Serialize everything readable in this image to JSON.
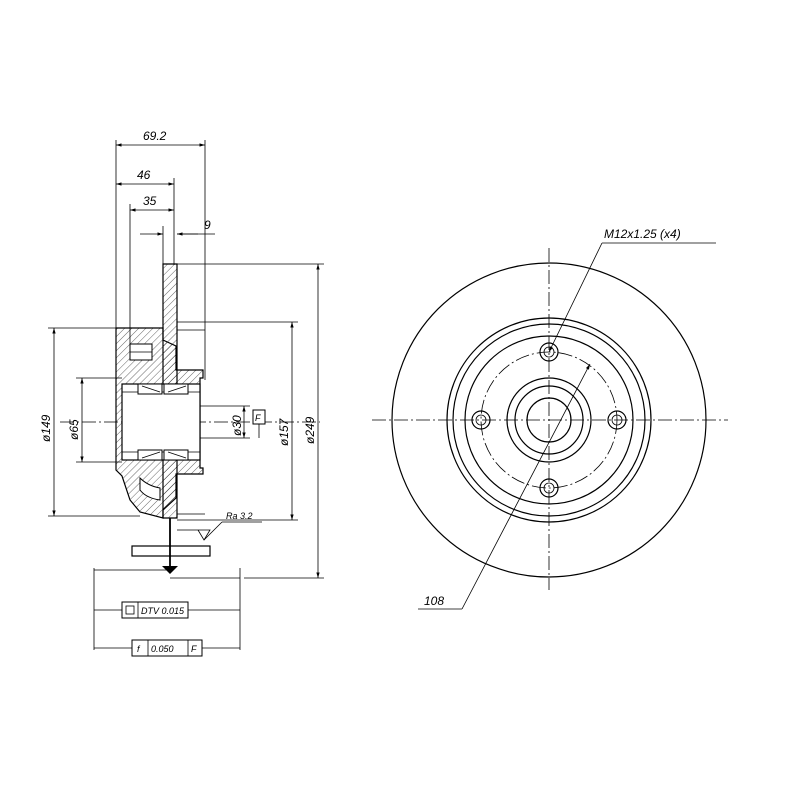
{
  "dimensions": {
    "overall_width": "69.2",
    "width_46": "46",
    "width_35": "35",
    "disc_thickness": "9",
    "dia_149": "ø149",
    "dia_65": "ø65",
    "dia_30": "ø30",
    "dia_157": "ø157",
    "dia_249": "ø249",
    "pcd": "108"
  },
  "datum_label": "F",
  "roughness": "Ra 3.2",
  "thread_note": "M12x1.25  (x4)",
  "tolerances": {
    "dtv_label": "DTV  0.015",
    "runout_symbol": "f",
    "runout_value": "0.050",
    "runout_datum": "F"
  },
  "colors": {
    "ink": "#000000",
    "background": "#ffffff"
  }
}
